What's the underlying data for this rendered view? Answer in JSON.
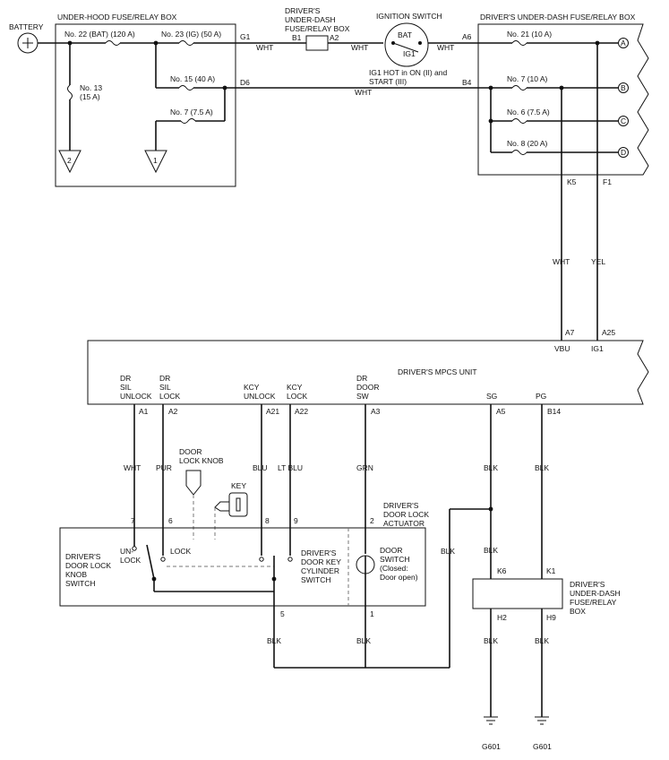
{
  "battery": {
    "label": "BATTERY"
  },
  "underhood": {
    "title": "UNDER-HOOD FUSE/RELAY BOX",
    "fuse22": "No. 22 (BAT) (120 A)",
    "fuse23": "No. 23 (IG) (50 A)",
    "fuse13a": "No. 13",
    "fuse13b": "(15 A)",
    "fuse15": "No. 15 (40 A)",
    "fuse7": "No. 7 (7.5 A)",
    "g1": "G1",
    "d6": "D6",
    "ref1": "1",
    "ref2": "2"
  },
  "dash_fuse_top": {
    "title1": "DRIVER'S",
    "title2": "UNDER-DASH",
    "title3": "FUSE/RELAY BOX",
    "b1": "B1",
    "a2": "A2"
  },
  "ignition": {
    "title": "IGNITION SWITCH",
    "bat": "BAT",
    "ig1": "IG1",
    "note1": "IG1 HOT in ON (II) and",
    "note2": "START (III)"
  },
  "dash_box": {
    "title": "DRIVER'S UNDER-DASH FUSE/RELAY BOX",
    "a6": "A6",
    "b4": "B4",
    "fuse21": "No. 21 (10 A)",
    "fuse7": "No. 7 (10 A)",
    "fuse6": "No. 6 (7.5 A)",
    "fuse8": "No. 8 (20 A)",
    "conA": "A",
    "conB": "B",
    "conC": "C",
    "conD": "D",
    "k5": "K5",
    "f1": "F1"
  },
  "wires": {
    "wht": "WHT",
    "yel": "YEL",
    "pur": "PUR",
    "blu": "BLU",
    "ltblu": "LT BLU",
    "grn": "GRN",
    "blk": "BLK"
  },
  "mpcs": {
    "title": "DRIVER'S MPCS UNIT",
    "a7": "A7",
    "a25": "A25",
    "vbu": "VBU",
    "ig1": "IG1",
    "p1": {
      "l1": "DR",
      "l2": "SIL",
      "l3": "UNLOCK",
      "pin": "A1"
    },
    "p2": {
      "l1": "DR",
      "l2": "SIL",
      "l3": "LOCK",
      "pin": "A2"
    },
    "p3": {
      "l1": "KCY",
      "l2": "UNLOCK",
      "pin": "A21"
    },
    "p4": {
      "l1": "KCY",
      "l2": "LOCK",
      "pin": "A22"
    },
    "p5": {
      "l1": "DR",
      "l2": "DOOR",
      "l3": "SW",
      "pin": "A3"
    },
    "p6": {
      "l1": "SG",
      "pin": "A5"
    },
    "p7": {
      "l1": "PG",
      "pin": "B14"
    }
  },
  "door": {
    "knob1": "DOOR",
    "knob2": "LOCK KNOB",
    "key": "KEY",
    "act1": "DRIVER'S",
    "act2": "DOOR LOCK",
    "act3": "ACTUATOR",
    "ks1": "DRIVER'S",
    "ks2": "DOOR LOCK",
    "ks3": "KNOB",
    "ks4": "SWITCH",
    "un1": "UN-",
    "un2": "LOCK",
    "lock": "LOCK",
    "kc1": "DRIVER'S",
    "kc2": "DOOR KEY",
    "kc3": "CYLINDER",
    "kc4": "SWITCH",
    "ds1": "DOOR",
    "ds2": "SWITCH",
    "ds3": "(Closed:",
    "ds4": "Door open)",
    "pin7": "7",
    "pin6": "6",
    "pin8": "8",
    "pin9": "9",
    "pin2": "2",
    "pin5": "5",
    "pin1": "1"
  },
  "dash_box2": {
    "l1": "DRIVER'S",
    "l2": "UNDER-DASH",
    "l3": "FUSE/RELAY",
    "l4": "BOX",
    "k6": "K6",
    "k1": "K1",
    "h2": "H2",
    "h9": "H9"
  },
  "grounds": {
    "g1": "G601",
    "g2": "G601"
  }
}
